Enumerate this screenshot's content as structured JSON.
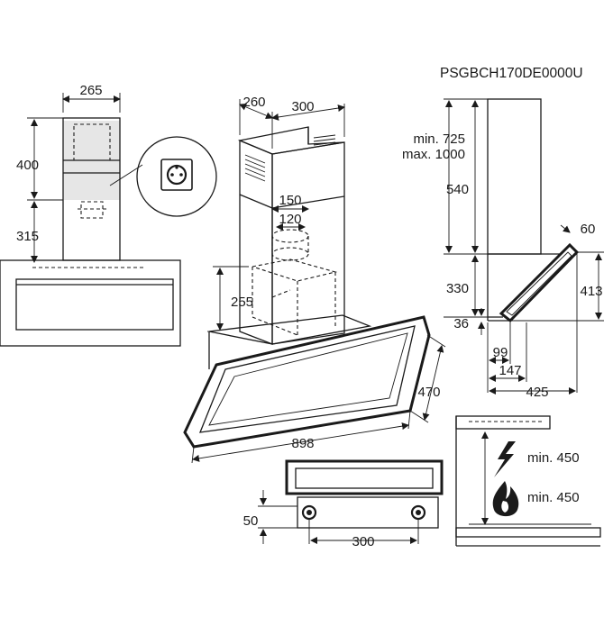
{
  "model_code": "PSGBCH170DE0000U",
  "front_view": {
    "width": "265",
    "height_upper": "400",
    "height_lower": "315"
  },
  "iso_view": {
    "depth": "260",
    "chimney_width": "300",
    "outlet_outer": "150",
    "outlet_inner": "120",
    "outlet_height": "255",
    "hood_depth": "470",
    "hood_width": "898"
  },
  "side_view": {
    "chimney_range_min": "min. 725",
    "chimney_range_max": "max. 1000",
    "chimney_height": "540",
    "lower_height": "330",
    "bottom_offset": "36",
    "angle": "60",
    "total_height": "413",
    "offset_a": "99",
    "offset_b": "147",
    "total_depth": "425"
  },
  "bottom_view": {
    "height": "50",
    "spacing": "300"
  },
  "clearance": {
    "electric": "min. 450",
    "gas": "min. 450"
  },
  "colors": {
    "line": "#1a1a1a",
    "shade": "#e6e6e6"
  },
  "icons": [
    "socket-icon",
    "lightning-icon",
    "flame-icon"
  ]
}
